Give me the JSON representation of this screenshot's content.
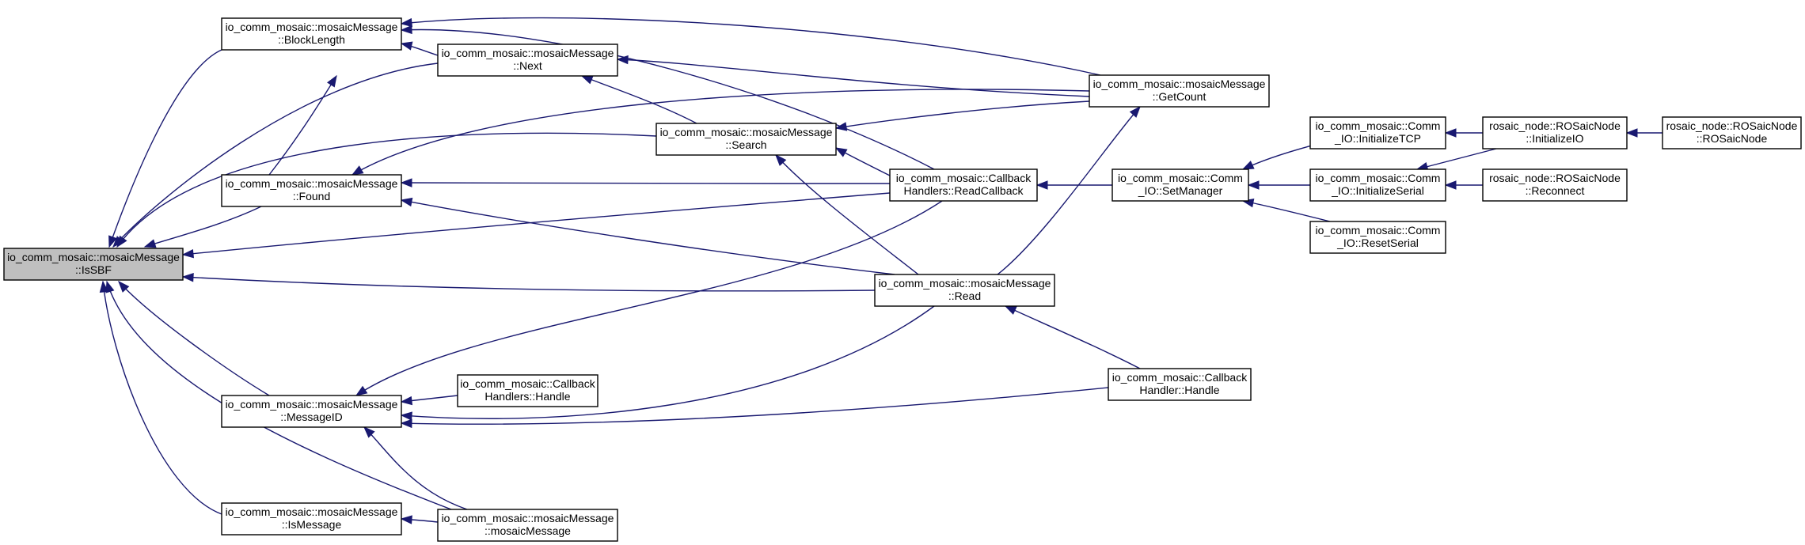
{
  "diagram": {
    "type": "call-graph",
    "nodes": [
      {
        "id": "IsSBF",
        "lines": [
          "io_comm_mosaic::mosaicMessage",
          "::IsSBF"
        ],
        "highlighted": true
      },
      {
        "id": "BlockLength",
        "lines": [
          "io_comm_mosaic::mosaicMessage",
          "::BlockLength"
        ]
      },
      {
        "id": "Next",
        "lines": [
          "io_comm_mosaic::mosaicMessage",
          "::Next"
        ]
      },
      {
        "id": "Found",
        "lines": [
          "io_comm_mosaic::mosaicMessage",
          "::Found"
        ]
      },
      {
        "id": "Search",
        "lines": [
          "io_comm_mosaic::mosaicMessage",
          "::Search"
        ]
      },
      {
        "id": "GetCount",
        "lines": [
          "io_comm_mosaic::mosaicMessage",
          "::GetCount"
        ]
      },
      {
        "id": "ReadCallback",
        "lines": [
          "io_comm_mosaic::Callback",
          "Handlers::ReadCallback"
        ]
      },
      {
        "id": "Read",
        "lines": [
          "io_comm_mosaic::mosaicMessage",
          "::Read"
        ]
      },
      {
        "id": "MessageID",
        "lines": [
          "io_comm_mosaic::mosaicMessage",
          "::MessageID"
        ]
      },
      {
        "id": "HandlersHandle",
        "lines": [
          "io_comm_mosaic::Callback",
          "Handlers::Handle"
        ]
      },
      {
        "id": "IsMessage",
        "lines": [
          "io_comm_mosaic::mosaicMessage",
          "::IsMessage"
        ]
      },
      {
        "id": "Ctor",
        "lines": [
          "io_comm_mosaic::mosaicMessage",
          "::mosaicMessage"
        ]
      },
      {
        "id": "HandlerHandle",
        "lines": [
          "io_comm_mosaic::Callback",
          "Handler::Handle"
        ]
      },
      {
        "id": "SetManager",
        "lines": [
          "io_comm_mosaic::Comm",
          "_IO::SetManager"
        ]
      },
      {
        "id": "InitTCP",
        "lines": [
          "io_comm_mosaic::Comm",
          "_IO::InitializeTCP"
        ]
      },
      {
        "id": "InitSerial",
        "lines": [
          "io_comm_mosaic::Comm",
          "_IO::InitializeSerial"
        ]
      },
      {
        "id": "ResetSerial",
        "lines": [
          "io_comm_mosaic::Comm",
          "_IO::ResetSerial"
        ]
      },
      {
        "id": "InitIO",
        "lines": [
          "rosaic_node::ROSaicNode",
          "::InitializeIO"
        ]
      },
      {
        "id": "Reconnect",
        "lines": [
          "rosaic_node::ROSaicNode",
          "::Reconnect"
        ]
      },
      {
        "id": "ROSaicNode",
        "lines": [
          "rosaic_node::ROSaicNode",
          "::ROSaicNode"
        ]
      }
    ],
    "edges": [
      {
        "from": "BlockLength",
        "to": "IsSBF"
      },
      {
        "from": "Next",
        "to": "IsSBF"
      },
      {
        "from": "Found",
        "to": "IsSBF"
      },
      {
        "from": "Search",
        "to": "IsSBF"
      },
      {
        "from": "ReadCallback",
        "to": "IsSBF"
      },
      {
        "from": "Read",
        "to": "IsSBF"
      },
      {
        "from": "MessageID",
        "to": "IsSBF"
      },
      {
        "from": "IsMessage",
        "to": "IsSBF"
      },
      {
        "from": "Ctor",
        "to": "IsSBF"
      },
      {
        "from": "Next",
        "to": "BlockLength"
      },
      {
        "from": "GetCount",
        "to": "BlockLength"
      },
      {
        "from": "ReadCallback",
        "to": "BlockLength"
      },
      {
        "from": "Found",
        "to": "Next"
      },
      {
        "from": "Search",
        "to": "Next"
      },
      {
        "from": "GetCount",
        "to": "Next"
      },
      {
        "from": "GetCount",
        "to": "Found"
      },
      {
        "from": "ReadCallback",
        "to": "Found"
      },
      {
        "from": "Read",
        "to": "Found"
      },
      {
        "from": "GetCount",
        "to": "Search"
      },
      {
        "from": "ReadCallback",
        "to": "Search"
      },
      {
        "from": "Read",
        "to": "Search"
      },
      {
        "from": "Read",
        "to": "GetCount"
      },
      {
        "from": "SetManager",
        "to": "ReadCallback"
      },
      {
        "from": "HandlerHandle",
        "to": "Read"
      },
      {
        "from": "ReadCallback",
        "to": "MessageID"
      },
      {
        "from": "HandlersHandle",
        "to": "MessageID"
      },
      {
        "from": "Read",
        "to": "MessageID"
      },
      {
        "from": "HandlerHandle",
        "to": "MessageID"
      },
      {
        "from": "Ctor",
        "to": "MessageID"
      },
      {
        "from": "Ctor",
        "to": "IsMessage"
      },
      {
        "from": "InitTCP",
        "to": "SetManager"
      },
      {
        "from": "InitSerial",
        "to": "SetManager"
      },
      {
        "from": "ResetSerial",
        "to": "SetManager"
      },
      {
        "from": "InitIO",
        "to": "InitTCP"
      },
      {
        "from": "InitIO",
        "to": "InitSerial"
      },
      {
        "from": "Reconnect",
        "to": "InitSerial"
      },
      {
        "from": "ROSaicNode",
        "to": "InitIO"
      }
    ]
  }
}
